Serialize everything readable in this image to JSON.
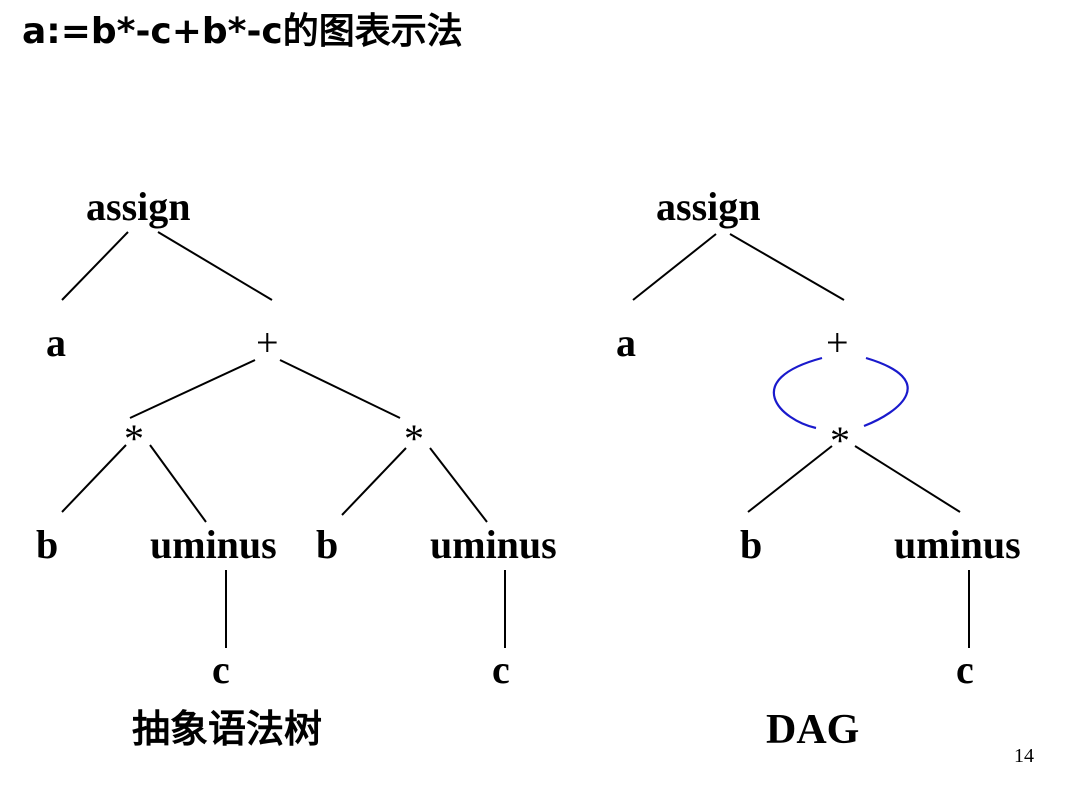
{
  "title": "a:=b*-c+b*-c的图表示法",
  "ast": {
    "caption": "抽象语法树",
    "nodes": {
      "assign": "assign",
      "a": "a",
      "plus": "+",
      "star1": "*",
      "star2": "*",
      "b1": "b",
      "uminus1": "uminus",
      "b2": "b",
      "uminus2": "uminus",
      "c1": "c",
      "c2": "c"
    }
  },
  "dag": {
    "caption": "DAG",
    "nodes": {
      "assign": "assign",
      "a": "a",
      "plus": "+",
      "star": "*",
      "b": "b",
      "uminus": "uminus",
      "c": "c"
    },
    "colors": {
      "shared_edge": "#1a1acc"
    }
  },
  "page_number": "14"
}
